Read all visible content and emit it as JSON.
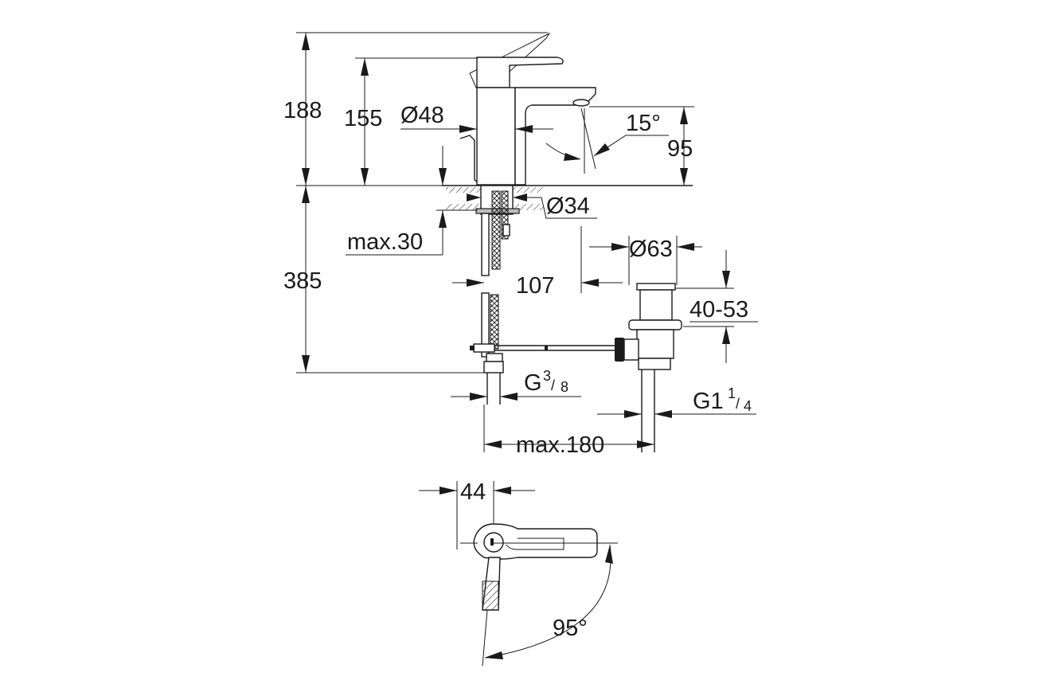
{
  "dimensions": {
    "total_height": "188",
    "spout_height": "155",
    "body_diameter": "Ø48",
    "spout_angle": "15°",
    "outlet_height": "95",
    "base_diameter": "Ø34",
    "max_deck": "max.30",
    "pipe_length": "385",
    "offset": "107",
    "waste_diameter": "Ø63",
    "waste_range": "40-53",
    "hose_thread_main": "G",
    "hose_thread_num": "3",
    "hose_thread_den": "8",
    "waste_thread_main": "G1",
    "waste_thread_num": "1",
    "waste_thread_den": "4",
    "max_reach": "max.180",
    "lever_offset": "44",
    "lever_rotation": "95°"
  }
}
